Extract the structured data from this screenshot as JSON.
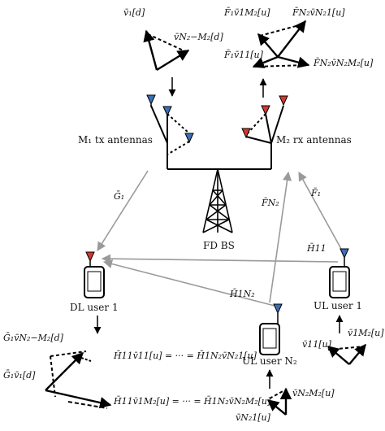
{
  "colors": {
    "ink": "#000000",
    "link_gray": "#9a9a9a",
    "tx_antenna": "#3b6fb6",
    "rx_antenna": "#d0392f",
    "background": "#ffffff"
  },
  "bs": {
    "tx_label": "M₁ tx antennas",
    "rx_label": "M₂ rx antennas",
    "label": "FD BS",
    "tx_precoder_a": "v̄₁[d]",
    "tx_precoder_b": "v̄N₂−M₂[d]",
    "rx_top_a": "F̄₁v̄1M₂[u]",
    "rx_top_b": "F̄N₂v̄N₂1[u]",
    "rx_mid_a": "F̄₁v̄11[u]",
    "rx_mid_b": "F̄N₂v̄N₂M₂[u]"
  },
  "links": {
    "g1": "Ḡ₁",
    "f1": "F̄₁",
    "fn2": "F̄N₂",
    "h11": "H̄11",
    "h1n2": "H̄1N₂"
  },
  "dl_user": {
    "label": "DL user 1",
    "eq_top": "H̄11v̄11[u] = ··· = H̄1N₂v̄N₂1[u]",
    "eq_bottom": "H̄11v̄1M₂[u] = ··· = H̄1N₂v̄N₂M₂[u]",
    "vec_a": "Ḡ₁v̄N₂−M₂[d]",
    "vec_b": "Ḡ₁v̄₁[d]"
  },
  "ul_users": {
    "user1_label": "UL user 1",
    "userN_label": "UL user N₂",
    "user1_vec_a": "v̄11[u]",
    "user1_vec_b": "v̄1M₂[u]",
    "userN_vec_a": "v̄N₂M₂[u]",
    "userN_vec_b": "v̄N₂1[u]"
  },
  "icons": [
    "tx-antenna-icon",
    "rx-antenna-icon",
    "base-station-tower-icon",
    "phone-icon"
  ]
}
